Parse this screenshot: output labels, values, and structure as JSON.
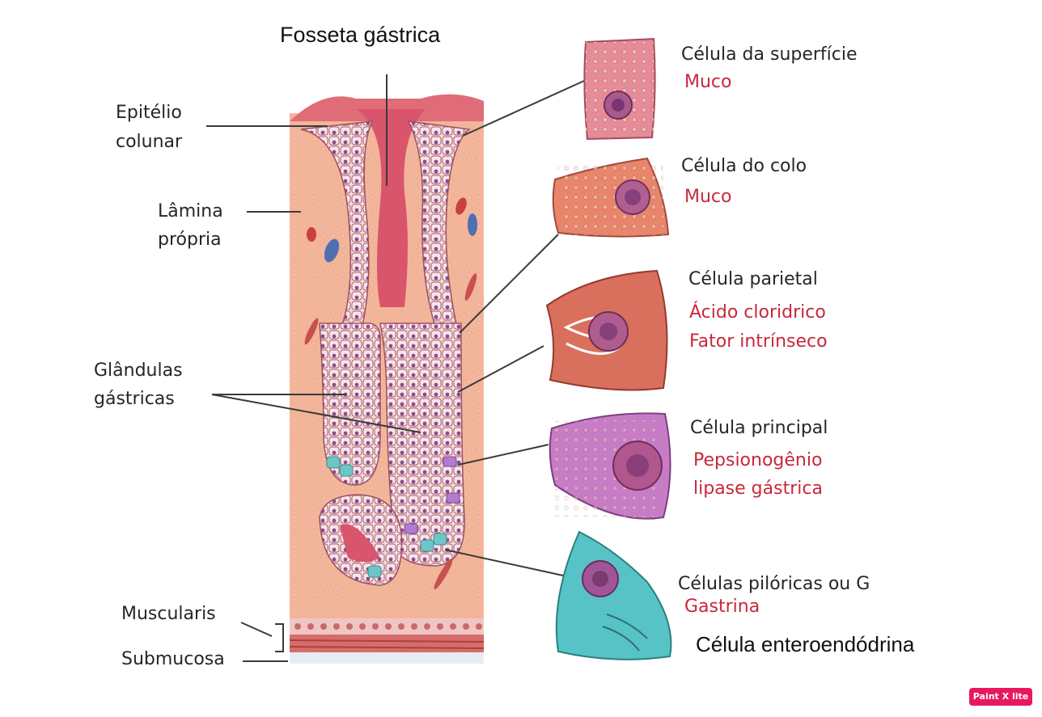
{
  "title": "Fosseta gástrica",
  "left_labels": {
    "epitelio": [
      "Epitélio",
      "colunar"
    ],
    "lamina": [
      "Lâmina",
      "própria"
    ],
    "glandulas": [
      "Glândulas",
      "gástricas"
    ],
    "muscularis": "Muscularis",
    "submucosa": "Submucosa"
  },
  "cells": [
    {
      "name": "Célula da superfície",
      "products": [
        "Muco"
      ],
      "color": "#e58c98"
    },
    {
      "name": "Célula do colo",
      "products": [
        "Muco"
      ],
      "color": "#e8856a"
    },
    {
      "name": "Célula parietal",
      "products": [
        "Ácido cloridrico",
        "Fator intrínseco"
      ],
      "color": "#d9705e"
    },
    {
      "name": "Célula principal",
      "products": [
        "Pepsionogênio",
        "lipase gástrica"
      ],
      "color": "#c77dc6"
    },
    {
      "name": "Células pilóricas ou G",
      "products": [
        "Gastrina"
      ],
      "color": "#58c3c6"
    }
  ],
  "footer_label": "Célula enteroendódrina",
  "badge": "Paint X lite",
  "colors": {
    "label_red": "#c8283a",
    "tissue": "#f3b59a",
    "epithelium": "#d9848e"
  }
}
